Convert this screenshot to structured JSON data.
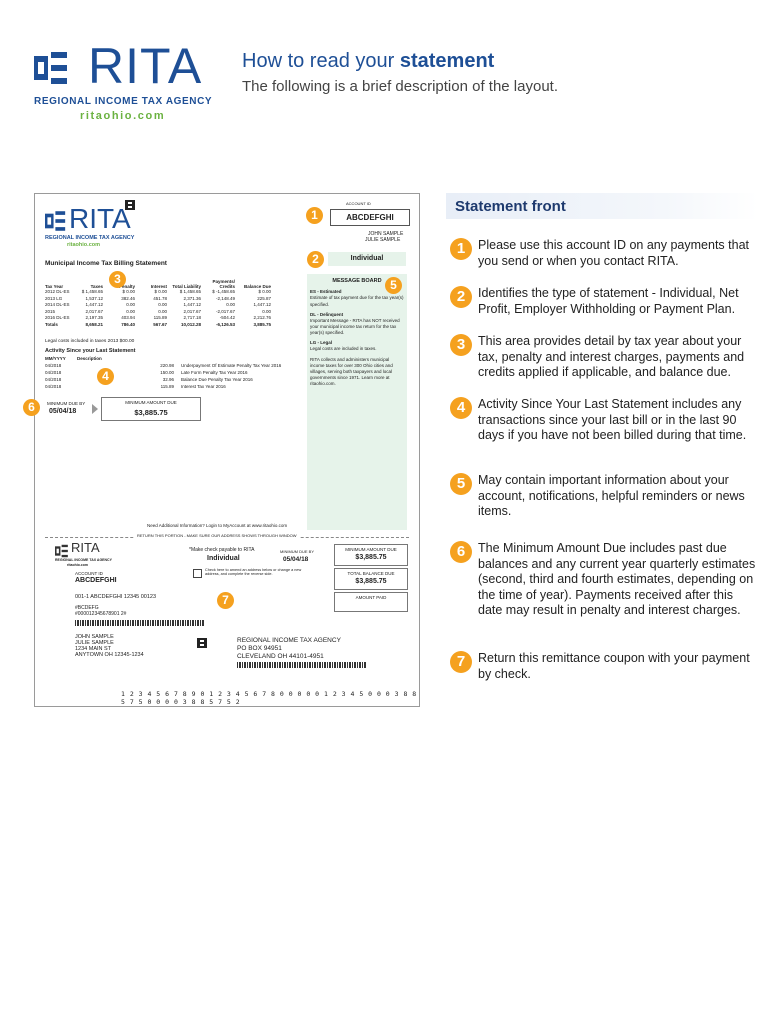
{
  "header": {
    "logo_text": "RITA",
    "agency": "REGIONAL INCOME TAX AGENCY",
    "url": "ritaohio.com",
    "title_pre": "How to read your ",
    "title_bold": "statement",
    "subtitle": "The following is a brief description of the layout."
  },
  "colors": {
    "brand_blue": "#1e4f96",
    "brand_green": "#6bb241",
    "badge_orange": "#f5a11f",
    "message_board_bg": "#e6f3ea"
  },
  "statement": {
    "logo_text": "RITA",
    "agency": "REGIONAL INCOME TAX AGENCY",
    "url": "ritaohio.com",
    "account_id_label": "ACCOUNT ID",
    "account_id": "ABCDEFGHI",
    "name1": "JOHN SAMPLE",
    "name2": "JULIE SAMPLE",
    "title": "Municipal Income Tax Billing Statement",
    "account_type": "Individual",
    "table": {
      "headers": [
        "Tax Year",
        "Taxes",
        "Penalty",
        "Interest",
        "Total Liability",
        "Payments/ Credits",
        "Balance Due"
      ],
      "rows": [
        [
          "2012 DL-ES",
          "$ 1,458.65",
          "$ 0.00",
          "$ 0.00",
          "$ 1,458.65",
          "$ -1,458.65",
          "$ 0.00"
        ],
        [
          "2013 LG",
          "1,537.12",
          "382.46",
          "451.78",
          "2,371.36",
          "-2,148.49",
          "225.87"
        ],
        [
          "2014 DL-ES",
          "1,447.12",
          "0.00",
          "0.00",
          "1,447.12",
          "0.00",
          "1,447.12"
        ],
        [
          "2015",
          "2,017.67",
          "0.00",
          "0.00",
          "2,017.67",
          "-2,017.67",
          "0.00"
        ],
        [
          "2016 DL-ES",
          "2,197.35",
          "403.94",
          "115.89",
          "2,717.18",
          "-504.42",
          "2,212.76"
        ]
      ],
      "totals": [
        "Totals",
        "8,658.21",
        "786.40",
        "567.67",
        "10,012.28",
        "-6,126.53",
        "3,885.75"
      ]
    },
    "legal_costs": "Legal costs included in taxes 2013 $00.00",
    "activity_title": "Activity Since your Last Statement",
    "activity_col_date": "MM/YYYY",
    "activity_col_desc": "Description",
    "activity": [
      {
        "date": "04/2018",
        "amount": "220.98",
        "desc": "Underpayment Of Estimate Penalty Tax Year 2016"
      },
      {
        "date": "04/2018",
        "amount": "150.00",
        "desc": "Late Form Penalty Tax Year 2016"
      },
      {
        "date": "04/2018",
        "amount": "32.96",
        "desc": "Balance Due Penalty Tax Year 2016"
      },
      {
        "date": "04/2018",
        "amount": "115.89",
        "desc": "Interest Tax Year 2016"
      }
    ],
    "min_due_by_label": "MINIMUM DUE BY",
    "min_due_date": "05/04/18",
    "min_amount_label": "MINIMUM AMOUNT DUE",
    "min_amount": "$3,885.75",
    "message_board": {
      "title": "MESSAGE BOARD",
      "h1": "ES - Estimated",
      "p1": "Estimate of tax payment due for the tax year(s) specified.",
      "h2": "DL - Delinquent",
      "p2": "Important Message - RITA has NOT received your municipal income tax return for the tax year(s) specified.",
      "h3": "LG - Legal",
      "p3": "Legal costs are included in taxes.",
      "p4": "RITA collects and administers municipal income taxes for over 300 Ohio cities and villages, serving both taxpayers and local governments since 1971. Learn more at ritaohio.com."
    },
    "need_info": "Need Additional Information? Login to MyAccount at www.ritaohio.com",
    "return_note": "RETURN THIS PORTION - MAKE SURE OUR ADDRESS SHOWS THROUGH WINDOW",
    "payable": "*Make check payable to RITA",
    "coupon_type": "Individual",
    "coupon_min_due_by": "MINIMUM DUE BY",
    "coupon_min_date": "05/04/18",
    "coupon_min_label": "MINIMUM AMOUNT DUE",
    "coupon_min_amount": "$3,885.75",
    "total_label": "TOTAL BALANCE DUE",
    "total_amount": "$3,885.75",
    "amount_paid_label": "AMOUNT PAID",
    "check_note": "Check here to amend an address below or change a new address, and complete the reverse side.",
    "coupon_acct_label": "ACCOUNT ID",
    "coupon_acct": "ABCDEFGHI",
    "code_line": "001-1 ABCDEFGHI 12345 00123",
    "code1": "#BCDEFG",
    "code2": "#000012345678901 2#",
    "addr_name1": "JOHN SAMPLE",
    "addr_name2": "JULIE SAMPLE",
    "addr_street": "1234 MAIN ST",
    "addr_city": "ANYTOWN OH 12345-1234",
    "rita_addr1": "REGIONAL INCOME TAX AGENCY",
    "rita_addr2": "PO BOX 94951",
    "rita_addr3": "CLEVELAND OH 44101-4951",
    "scan_line": "1 2 3 4 5 6 7 8 9 0 1 2 3 4 5 6 7 8 0 0 0 0 0 1 2 3 4 5 0 0 0 3 8 8 5 7 5 0 0 0 0 3 8 8 5 7 5 2"
  },
  "statement_front": {
    "title": "Statement front",
    "items": [
      {
        "num": "1",
        "text": "Please use this account ID on any payments that you send or when you contact RITA."
      },
      {
        "num": "2",
        "text": "Identifies the type of statement - Individual, Net Profit, Employer Withholding or Payment Plan."
      },
      {
        "num": "3",
        "text": "This area provides detail by tax year about your tax, penalty and interest charges, payments and credits applied if applicable, and balance due."
      },
      {
        "num": "4",
        "text": "Activity Since Your Last Statement includes any transactions since your last bill or in the last 90 days if you have not been billed during that time."
      },
      {
        "num": "5",
        "text": "May contain important information about your account, notifications, helpful reminders or news items."
      },
      {
        "num": "6",
        "text": "The Minimum Amount Due includes past due balances and any current year quarterly estimates (second, third and fourth estimates, depending on the time of year).  Payments received after this date may result in penalty and interest charges."
      },
      {
        "num": "7",
        "text": "Return this remittance coupon with your payment by check."
      }
    ]
  }
}
